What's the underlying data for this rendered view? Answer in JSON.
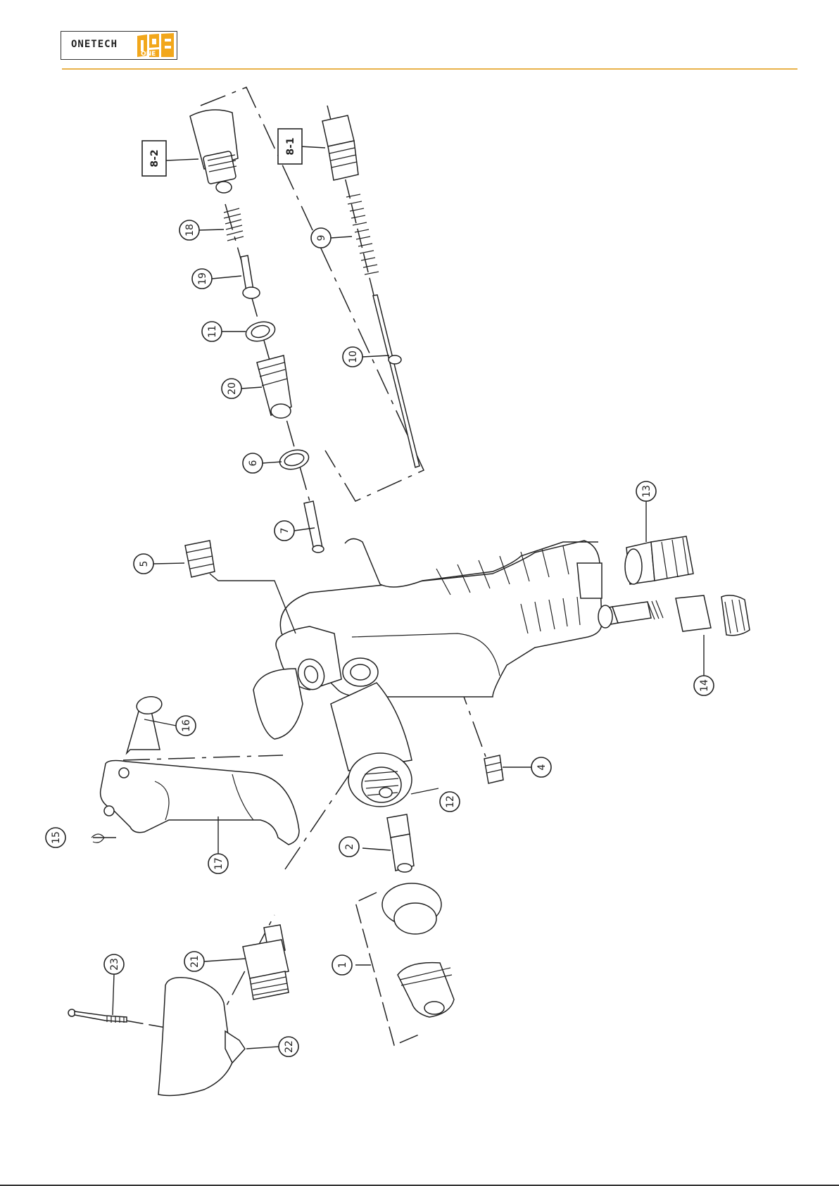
{
  "brand": {
    "name": "ONETECH",
    "mark": "ONE",
    "accent": "#f2a71b",
    "rule": "#e8b24a"
  },
  "callouts": {
    "c1": "1",
    "c2": "2",
    "c4": "4",
    "c5": "5",
    "c6": "6",
    "c7": "7",
    "c9": "9",
    "c10": "10",
    "c11": "11",
    "c12": "12",
    "c13": "13",
    "c14": "14",
    "c15": "15",
    "c16": "16",
    "c17": "17",
    "c18": "18",
    "c19": "19",
    "c20": "20",
    "c21": "21",
    "c22": "22",
    "c23": "23"
  },
  "boxed": {
    "b81": "8-1",
    "b82": "8-2"
  }
}
